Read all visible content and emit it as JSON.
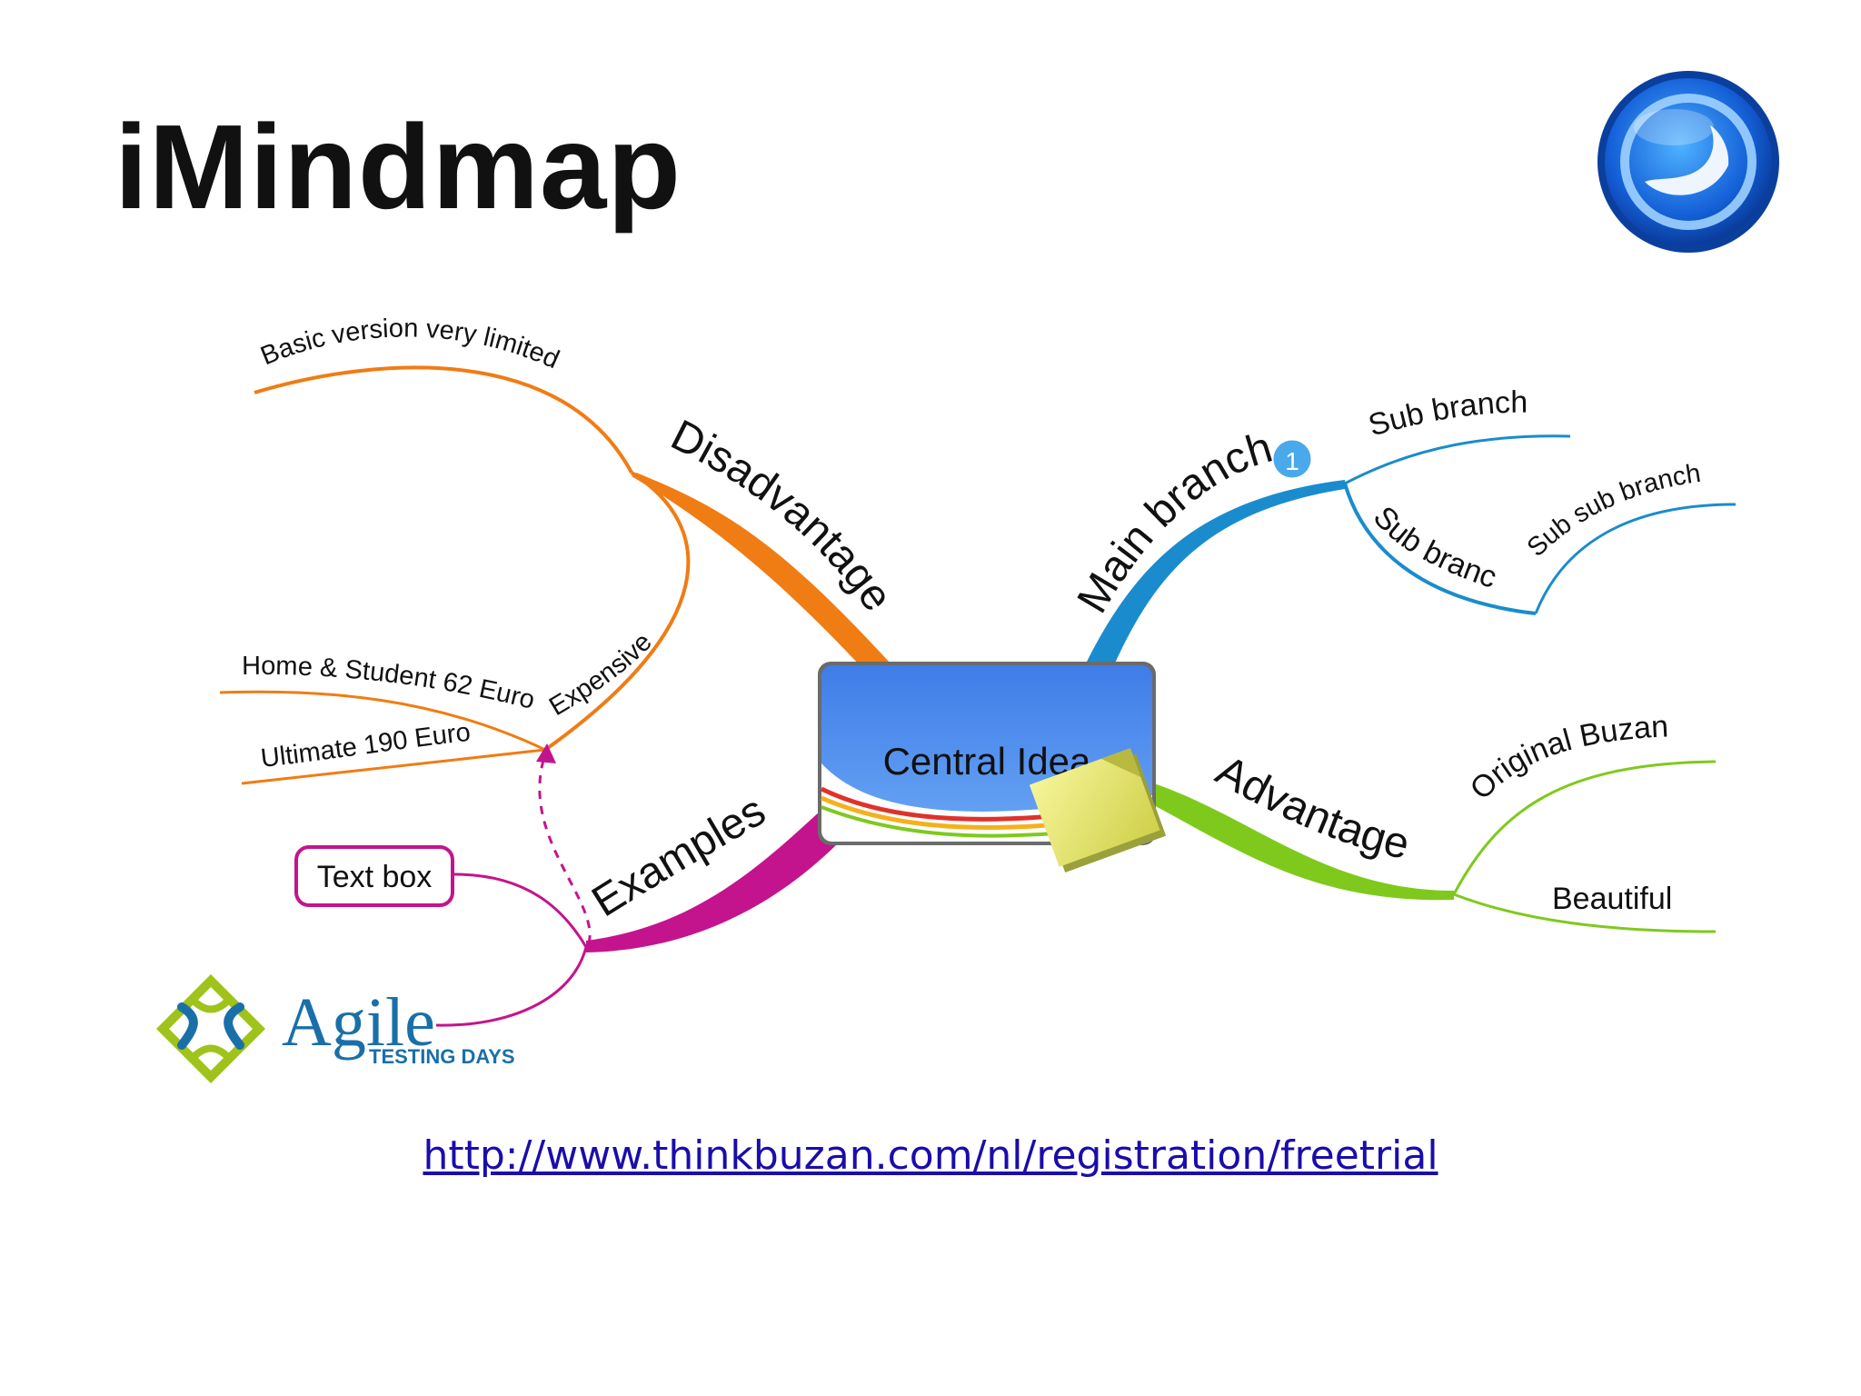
{
  "slide": {
    "title": "iMindmap",
    "link_text": "http://www.thinkbuzan.com/nl/registration/freetrial"
  },
  "mindmap": {
    "central": "Central Idea",
    "disadvantages": {
      "label": "Disadvantages",
      "basic": "Basic version very limited",
      "expensive": "Expensive",
      "home": "Home & Student 62 Euro",
      "ultimate": "Ultimate 190 Euro"
    },
    "main_branch": {
      "label": "Main branch",
      "badge": "1",
      "sub1": "Sub branch",
      "sub2": "Sub branch",
      "subsub": "Sub sub branch"
    },
    "advantages": {
      "label": "Advantages",
      "original": "Original Buzan",
      "beautiful": "Beautiful"
    },
    "examples": {
      "label": "Examples",
      "textbox": "Text box"
    }
  },
  "agile_logo": {
    "word": "Agile",
    "tagline": "TESTING DAYS"
  },
  "colors": {
    "disadvantages": "#f07c14",
    "main_branch": "#1a8ccd",
    "advantages": "#7fc91d",
    "examples": "#c4148d",
    "link": "#1a0dab"
  },
  "icons": [
    "app-logo-icon",
    "sticky-note-icon",
    "info-badge-icon",
    "agile-logo-icon"
  ]
}
